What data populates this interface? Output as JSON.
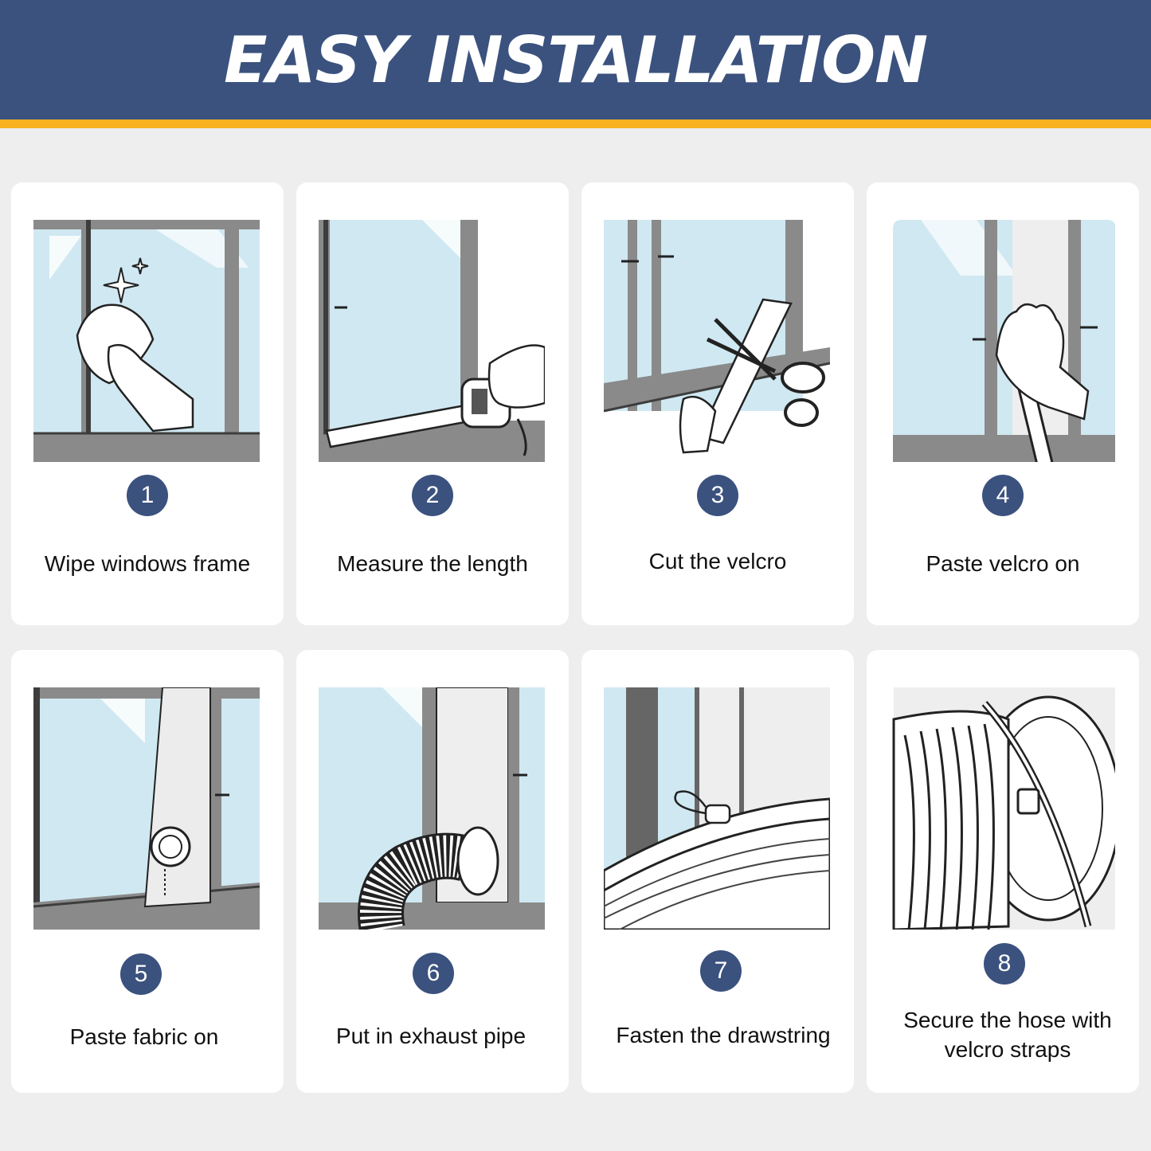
{
  "header": {
    "title": "EASY INSTALLATION"
  },
  "colors": {
    "banner": "#3b527f",
    "stripe": "#f9b21d",
    "glass": "#cfe8f1",
    "frame": "#3d3d3d",
    "card": "#ffffff",
    "background": "#eeeeef"
  },
  "steps": [
    {
      "number": "1",
      "label": "Wipe windows frame",
      "icon": "wipe-window-icon"
    },
    {
      "number": "2",
      "label": "Measure the length",
      "icon": "tape-measure-icon"
    },
    {
      "number": "3",
      "label": "Cut the velcro",
      "icon": "scissors-icon"
    },
    {
      "number": "4",
      "label": "Paste velcro on",
      "icon": "hand-press-icon"
    },
    {
      "number": "5",
      "label": "Paste fabric on",
      "icon": "fabric-seal-icon"
    },
    {
      "number": "6",
      "label": "Put in exhaust pipe",
      "icon": "exhaust-pipe-icon"
    },
    {
      "number": "7",
      "label": "Fasten the drawstring",
      "icon": "drawstring-icon"
    },
    {
      "number": "8",
      "label": "Secure the hose with velcro straps",
      "icon": "velcro-strap-icon"
    }
  ]
}
